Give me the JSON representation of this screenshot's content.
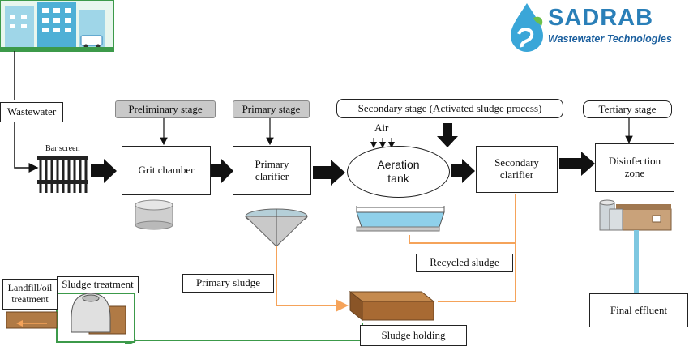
{
  "brand": {
    "name": "SADRAB",
    "tagline": "Wastewater Technologies",
    "colors": {
      "primary": "#2a7fb8",
      "secondary": "#1b5f9e",
      "drop": "#3aa6d8",
      "leaf": "#6cc04a"
    }
  },
  "stages": {
    "preliminary": "Preliminary stage",
    "primary": "Primary stage",
    "secondary": "Secondary stage (Activated sludge process)",
    "tertiary": "Tertiary stage"
  },
  "units": {
    "wastewater": "Wastewater",
    "bar_screen": "Bar screen",
    "grit_chamber": "Grit chamber",
    "primary_clarifier": "Primary\nclarifier",
    "air": "Air",
    "aeration_tank": "Aeration\ntank",
    "secondary_clarifier": "Secondary\nclarifier",
    "disinfection_zone": "Disinfection\nzone",
    "recycled_sludge": "Recycled sludge",
    "primary_sludge": "Primary sludge",
    "sludge_holding": "Sludge holding",
    "sludge_treatment": "Sludge treatment",
    "landfill": "Landfill/oil\ntreatment",
    "final_effluent": "Final effluent"
  },
  "colors": {
    "sludge_flow": "#f5a35a",
    "effluent_pipe": "#7ec7e0",
    "green_line": "#3c9a4a",
    "arrow": "#111111"
  }
}
